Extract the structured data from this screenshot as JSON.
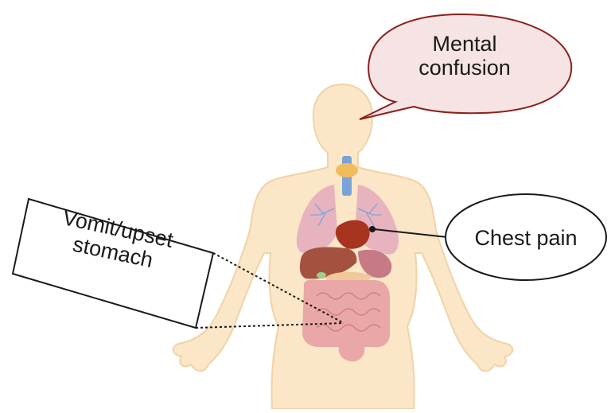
{
  "labels": {
    "mental_confusion": [
      "Mental",
      "confusion"
    ],
    "chest_pain": "Chest pain",
    "vomit": [
      "Vomit/upset",
      "stomach"
    ]
  },
  "colors": {
    "skin": "#fbe6c8",
    "skin_outline": "#f0d3a6",
    "speech_bubble_fill": "#f6e3e3",
    "speech_bubble_stroke": "#8a2020",
    "lungs": "#e7b3bf",
    "lung_vessels": "#8fa6d6",
    "trachea": "#7aa3d8",
    "thyroid": "#f1bc5c",
    "heart": "#a8331f",
    "liver": "#a4513f",
    "stomach": "#c57a85",
    "intestines": "#eaa7a7",
    "gallbladder": "#9bcf8a",
    "chest_pointer": "#1a1a1a"
  }
}
